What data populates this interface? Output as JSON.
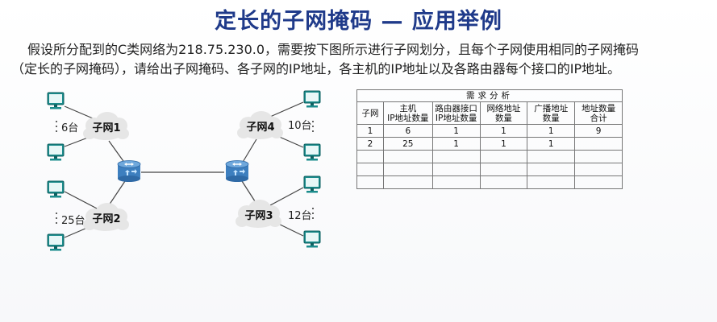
{
  "title": "定长的子网掩码 — 应用举例",
  "paragraph": {
    "line1": "假设所分配到的C类网络为218.75.230.0，需要按下图所示进行子网划分，且每个子网使用相同的子网掩码",
    "line2": "（定长的子网掩码），请给出子网掩码、各子网的IP地址，各主机的IP地址以及各路由器每个接口的IP地址。"
  },
  "diagram": {
    "subnets": [
      {
        "name": "子网1",
        "hosts": "6台"
      },
      {
        "name": "子网2",
        "hosts": "25台"
      },
      {
        "name": "子网3",
        "hosts": "12台"
      },
      {
        "name": "子网4",
        "hosts": "10台"
      }
    ],
    "colors": {
      "host": "#1a8c8c",
      "router": "#3d7fbf",
      "cloud": "#e6e6e6",
      "line": "#444444"
    }
  },
  "table": {
    "caption": "需求分析",
    "headers": [
      [
        "子网"
      ],
      [
        "主机",
        "IP地址数量"
      ],
      [
        "路由器接口",
        "IP地址数量"
      ],
      [
        "网络地址",
        "数量"
      ],
      [
        "广播地址",
        "数量"
      ],
      [
        "地址数量",
        "合计"
      ]
    ],
    "rows": [
      [
        "1",
        "6",
        "1",
        "1",
        "1",
        "9"
      ],
      [
        "2",
        "25",
        "1",
        "1",
        "1",
        ""
      ],
      [
        "",
        "",
        "",
        "",
        "",
        ""
      ],
      [
        "",
        "",
        "",
        "",
        "",
        ""
      ],
      [
        "",
        "",
        "",
        "",
        "",
        ""
      ]
    ]
  }
}
